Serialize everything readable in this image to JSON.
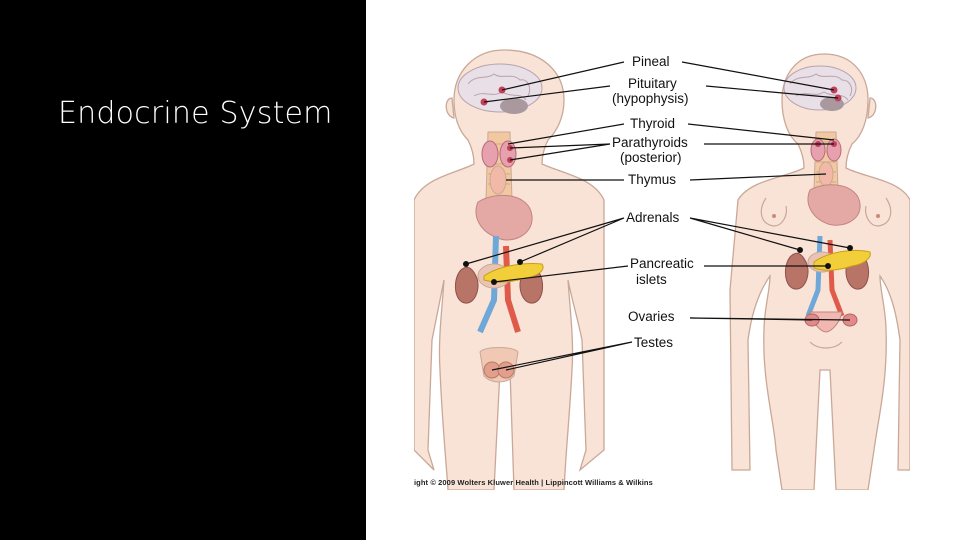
{
  "slide": {
    "title": "Endocrine System"
  },
  "figure": {
    "labels": {
      "pineal": "Pineal",
      "pituitary": "Pituitary",
      "pituitary_sub": "(hypophysis)",
      "thyroid": "Thyroid",
      "parathyroids": "Parathyroids",
      "parathyroids_sub": "(posterior)",
      "thymus": "Thymus",
      "adrenals": "Adrenals",
      "pancreatic": "Pancreatic",
      "pancreatic_sub": "islets",
      "ovaries": "Ovaries",
      "testes": "Testes"
    },
    "credit": "ight © 2009 Wolters Kluwer Health | Lippincott Williams & Wilkins"
  },
  "colors": {
    "panel": "#000000",
    "skin": "#f9e3d6",
    "outline": "#c9a898",
    "gland": "#c0405a",
    "kidney": "#b97468",
    "heart": "#e4a9a5",
    "pancreas": "#f2cf3a",
    "artery": "#e05a4a",
    "vein": "#6fa8d8"
  }
}
